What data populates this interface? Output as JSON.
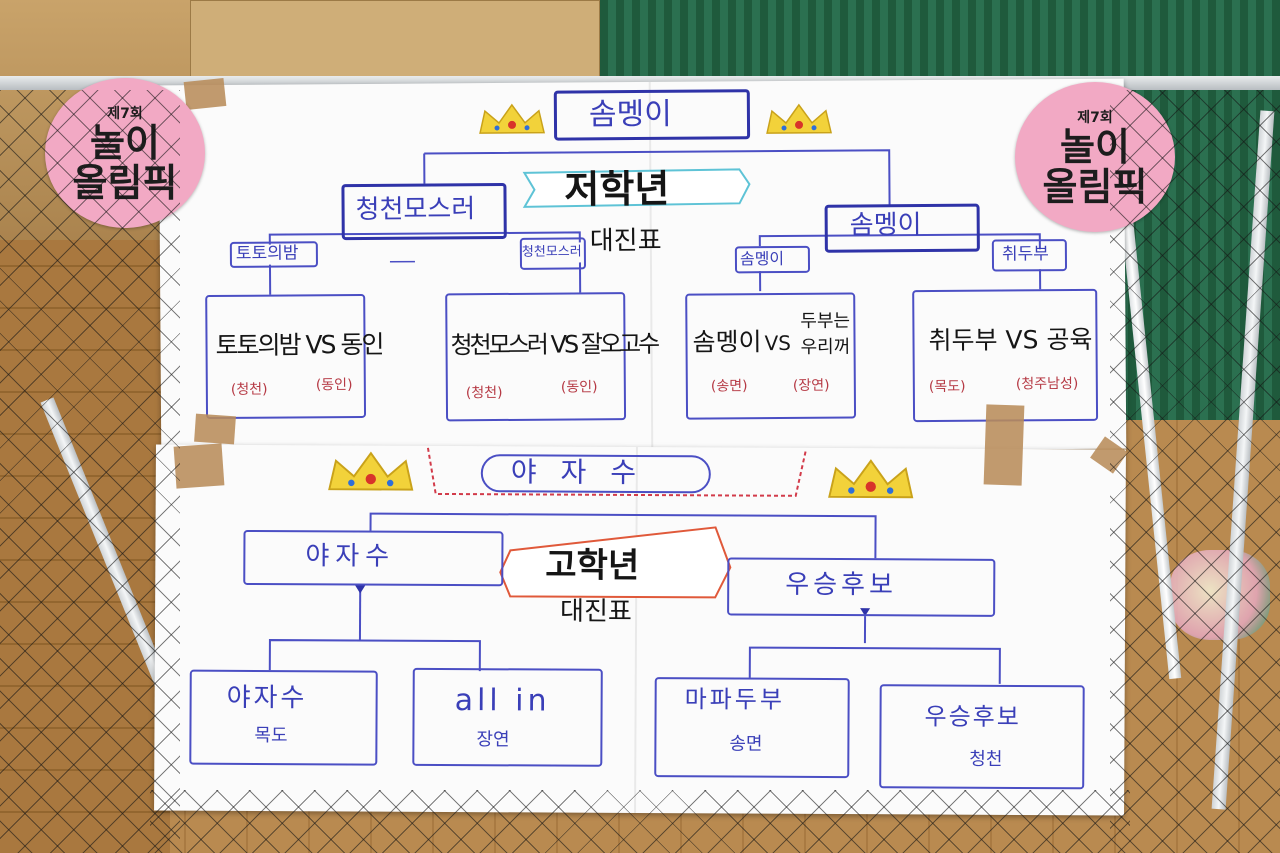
{
  "sticker": {
    "edition": "제7회",
    "title_line1": "놀이",
    "title_line2": "올림픽"
  },
  "lower_grades": {
    "title": "저학년",
    "subtitle": "대진표",
    "champion": "솜멩이",
    "semifinal": [
      "청천모스러",
      "솜멩이"
    ],
    "winners": [
      "토토의밤",
      "청천모스러",
      "솜멩이",
      "취두부"
    ],
    "matches": [
      {
        "label": "토토의밤 VS 동인",
        "left_school": "(청천)",
        "right_school": "(동인)"
      },
      {
        "label": "청천모스러 VS 잘오고수",
        "left_school": "(청천)",
        "right_school": "(동인)"
      },
      {
        "label_left": "솜멩이",
        "vs": "VS",
        "label_right_line1": "두부는",
        "label_right_line2": "우리꺼",
        "left_school": "(송면)",
        "right_school": "(장연)"
      },
      {
        "label": "취두부 VS 공육",
        "left_school": "(목도)",
        "right_school": "(청주남성)"
      }
    ]
  },
  "upper_grades": {
    "title": "고학년",
    "subtitle": "대진표",
    "champion": "야자수",
    "semifinal": [
      "야자수",
      "우승후보"
    ],
    "teams": [
      {
        "name": "야자수",
        "school": "목도"
      },
      {
        "name": "all in",
        "school": "장연"
      },
      {
        "name": "마파두부",
        "school": "송면"
      },
      {
        "name": "우승후보",
        "school": "청천"
      }
    ]
  },
  "colors": {
    "marker_blue": "#3a3fb8",
    "marker_red": "#b63a45",
    "sticker_pink": "#f2a9c4",
    "crown_gold": "#f2d23a"
  }
}
